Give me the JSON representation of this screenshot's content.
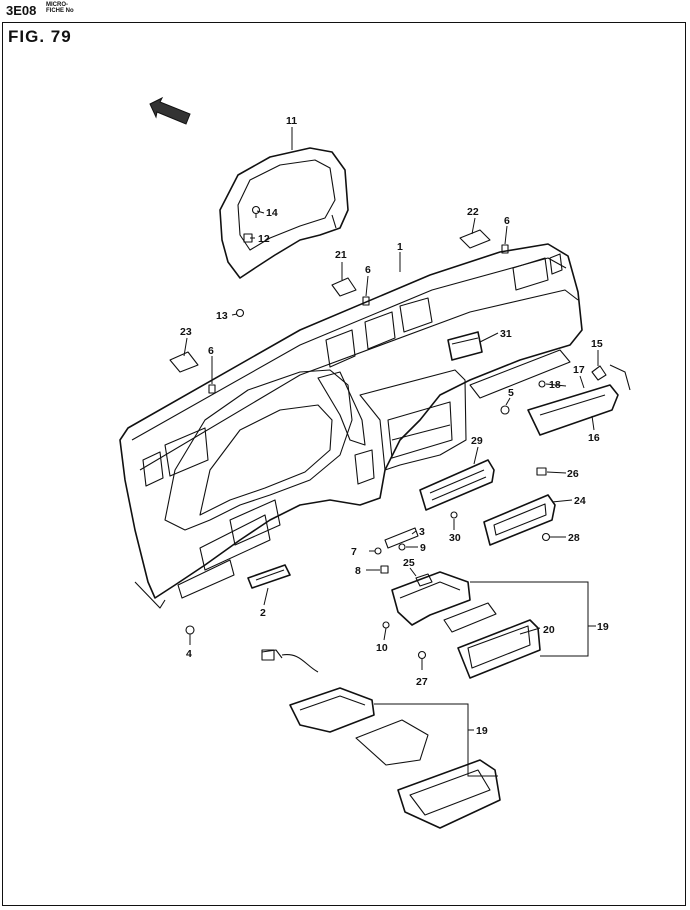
{
  "header": {
    "code": "3E08",
    "micro_line1": "MICRO-",
    "micro_line2": "FICHE No"
  },
  "figure": {
    "title": "FIG.  79"
  },
  "callouts": {
    "c1": "1",
    "c2": "2",
    "c3": "3",
    "c4": "4",
    "c5": "5",
    "c6a": "6",
    "c6b": "6",
    "c6c": "6",
    "c7": "7",
    "c8": "8",
    "c9": "9",
    "c10": "10",
    "c11": "11",
    "c12": "12",
    "c13": "13",
    "c14": "14",
    "c15": "15",
    "c16": "16",
    "c17": "17",
    "c18": "18",
    "c19a": "19",
    "c19b": "19",
    "c20": "20",
    "c21": "21",
    "c22": "22",
    "c23": "23",
    "c24": "24",
    "c25": "25",
    "c26": "26",
    "c27": "27",
    "c28": "28",
    "c29": "29",
    "c30": "30",
    "c31": "31"
  }
}
